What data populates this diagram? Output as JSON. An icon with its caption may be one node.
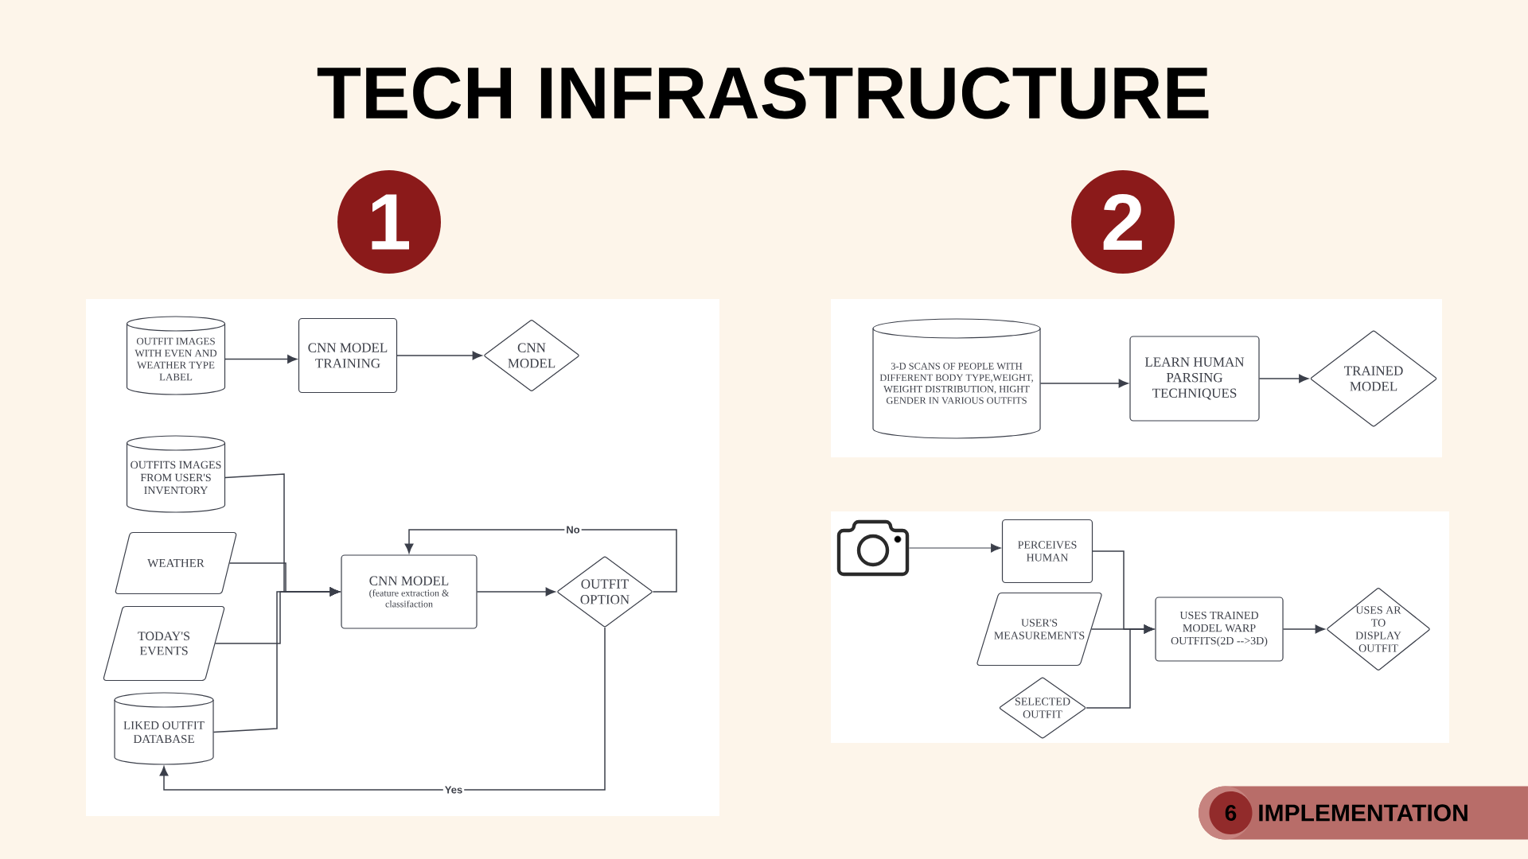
{
  "diagram": {
    "title": "TECH INFRASTRUCTURE",
    "nodes": [
      {
        "text": [
          "1"
        ]
      },
      {
        "text": [
          "2"
        ]
      },
      {
        "text": [
          "OUTFIT IMAGES WITH EVEN AND WEATHER TYPE LABEL"
        ]
      },
      {
        "text": [
          "CNN MODEL TRAINING"
        ]
      },
      {
        "text": [
          "CNN MODEL"
        ]
      },
      {
        "text": [
          "OUTFITS IMAGES FROM USER'S INVENTORY"
        ]
      },
      {
        "text": [
          "WEATHER"
        ]
      },
      {
        "text": [
          "TODAY'S EVENTS"
        ]
      },
      {
        "text": [
          "LIKED OUTFIT DATABASE"
        ]
      },
      {
        "text": [
          "CNN MODEL",
          "(feature extraction & classifaction"
        ]
      },
      {
        "text": [
          "OUTFIT OPTION"
        ]
      },
      {
        "text": [
          "3-D SCANS OF PEOPLE WITH DIFFERENT BODY TYPE,WEIGHT, WEIGHT DISTRIBUTION, HIGHT GENDER IN VARIOUS OUTFITS"
        ]
      },
      {
        "text": [
          "LEARN HUMAN PARSING TECHNIQUES"
        ]
      },
      {
        "text": [
          "TRAINED MODEL"
        ]
      },
      {
        "text": [],
        "shape": "camera"
      },
      {
        "text": [
          "PERCEIVES HUMAN"
        ]
      },
      {
        "text": [
          "USER'S MEASUREMENTS"
        ]
      },
      {
        "text": [
          "SELECTED OUTFIT"
        ]
      },
      {
        "text": [
          "USES TRAINED MODEL WARP OUTFITS(2D -->3D)"
        ]
      },
      {
        "text": [
          "USES AR TO DISPLAY OUTFIT"
        ]
      },
      {
        "text": [
          "IMPLEMENTATION"
        ]
      },
      {
        "text": [
          "6"
        ],
        "in": 20
      }
    ],
    "edges": [
      {
        "from": 2,
        "to": 3,
        "arrow": "to"
      },
      {
        "from": 3,
        "to": 4,
        "arrow": "to"
      },
      {
        "from": 5,
        "to": 9,
        "arrow": "to"
      },
      {
        "from": 6,
        "to": 9,
        "arrow": "to"
      },
      {
        "from": 7,
        "to": 9,
        "arrow": "to"
      },
      {
        "from": 8,
        "to": 9,
        "arrow": "to"
      },
      {
        "from": 9,
        "to": 10,
        "arrow": "to"
      },
      {
        "from": 10,
        "to": 9,
        "arrow": "to",
        "label": "No"
      },
      {
        "from": 10,
        "to": 8,
        "arrow": "to",
        "label": "Yes"
      },
      {
        "from": 11,
        "to": 12,
        "arrow": "to"
      },
      {
        "from": 12,
        "to": 13,
        "arrow": "to"
      },
      {
        "from": 14,
        "to": 15,
        "arrow": "to"
      },
      {
        "from": 15,
        "to": 18,
        "arrow": "to"
      },
      {
        "from": 16,
        "to": 18,
        "arrow": "to"
      },
      {
        "from": 17,
        "to": 18,
        "arrow": "to"
      },
      {
        "from": 18,
        "to": 19,
        "arrow": "to"
      }
    ]
  }
}
